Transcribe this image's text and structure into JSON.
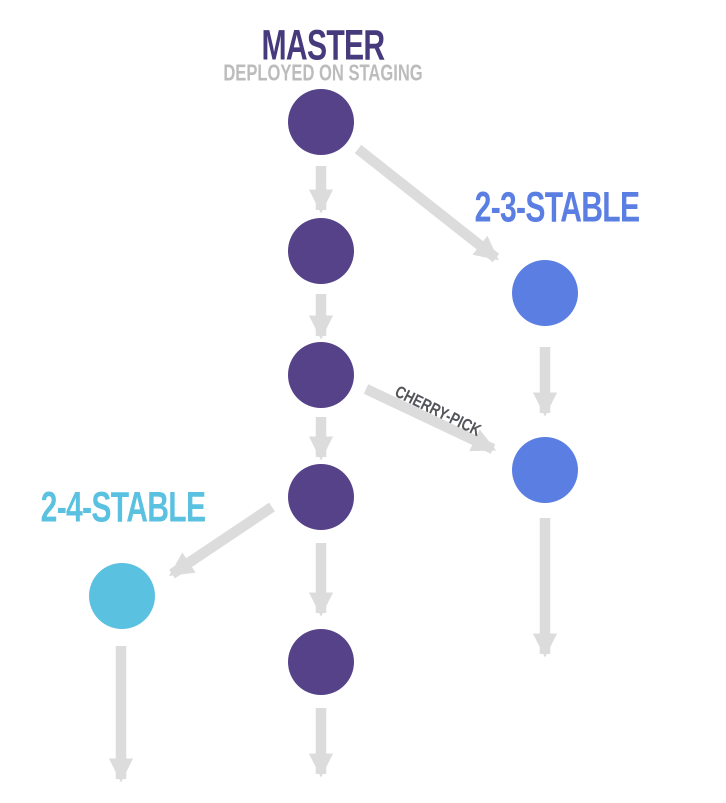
{
  "diagram": {
    "type": "git-branching-diagram",
    "labels": {
      "master": "MASTER",
      "master_sub": "DEPLOYED ON STAGING",
      "stable23": "2-3-STABLE",
      "stable24": "2-4-STABLE",
      "cherry_pick": "CHERRY-PICK"
    },
    "colors": {
      "background": "#ffffff",
      "arrow": "#dcdcdc",
      "master_node": "#554289",
      "master_label": "#463a7d",
      "master_sublabel": "#bcbcbc",
      "stable23_node": "#5b7ee3",
      "stable23_label": "#5b7ee3",
      "stable24_node": "#5ac1e0",
      "stable24_label": "#5ac1e0",
      "cherry_pick_label": "#54555a"
    },
    "structure": {
      "master_commit_count": 5,
      "stable23_commit_count": 2,
      "stable24_commit_count": 1,
      "relations": [
        "master commit 1 branches to 2-3-stable commit 1",
        "master commit 3 cherry-picked to 2-3-stable commit 2",
        "master commit 4 branches to 2-4-stable commit 1",
        "master, 2-3-stable and 2-4-stable all continue downward"
      ]
    }
  }
}
